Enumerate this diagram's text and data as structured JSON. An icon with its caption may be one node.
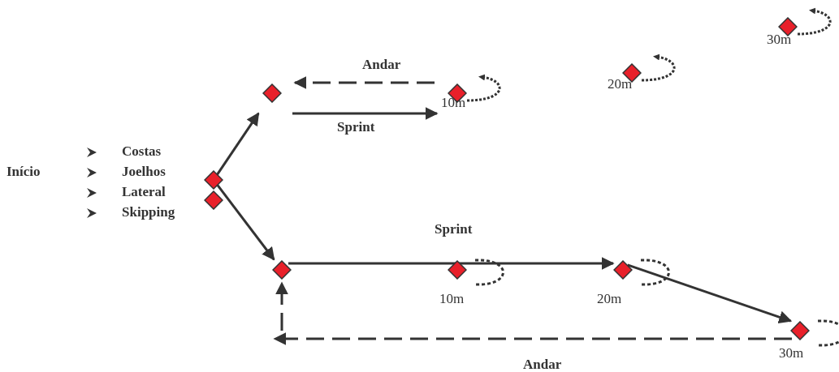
{
  "diagram": {
    "nodes": [
      {
        "text": [],
        "shape": "diamond"
      },
      {
        "text": [],
        "shape": "diamond"
      },
      {
        "text": [],
        "shape": "diamond"
      },
      {
        "text": [],
        "shape": "diamond",
        "beside": [
          "10m"
        ]
      },
      {
        "text": [],
        "shape": "diamond",
        "beside": [
          "20m"
        ]
      },
      {
        "text": [],
        "shape": "diamond",
        "beside": [
          "30m"
        ]
      },
      {
        "text": [],
        "shape": "diamond"
      },
      {
        "text": [],
        "shape": "diamond",
        "beside": [
          "10m"
        ]
      },
      {
        "text": [],
        "shape": "diamond",
        "beside": [
          "20m"
        ]
      },
      {
        "text": [],
        "shape": "diamond",
        "beside": [
          "30m"
        ]
      }
    ],
    "edges": [
      {
        "from": 0,
        "to": 2,
        "arrow": "to"
      },
      {
        "from": 3,
        "to": 2,
        "arrow": "to",
        "label": "Andar",
        "style": "dashed"
      },
      {
        "from": 2,
        "to": 3,
        "arrow": "to",
        "label": "Sprint"
      },
      {
        "from": 0,
        "to": 6,
        "arrow": "to"
      },
      {
        "from": 6,
        "to": 8,
        "arrow": "to",
        "label": "Sprint"
      },
      {
        "from": 8,
        "to": 9,
        "arrow": "to"
      },
      {
        "from": 9,
        "to": null,
        "arrow": "to",
        "label": "Andar",
        "style": "dashed"
      },
      {
        "from": null,
        "to": 6,
        "arrow": "to",
        "style": "dashed"
      }
    ],
    "labels": [
      "Início",
      "Costas",
      "Joelhos",
      "Lateral",
      "Skipping"
    ]
  }
}
